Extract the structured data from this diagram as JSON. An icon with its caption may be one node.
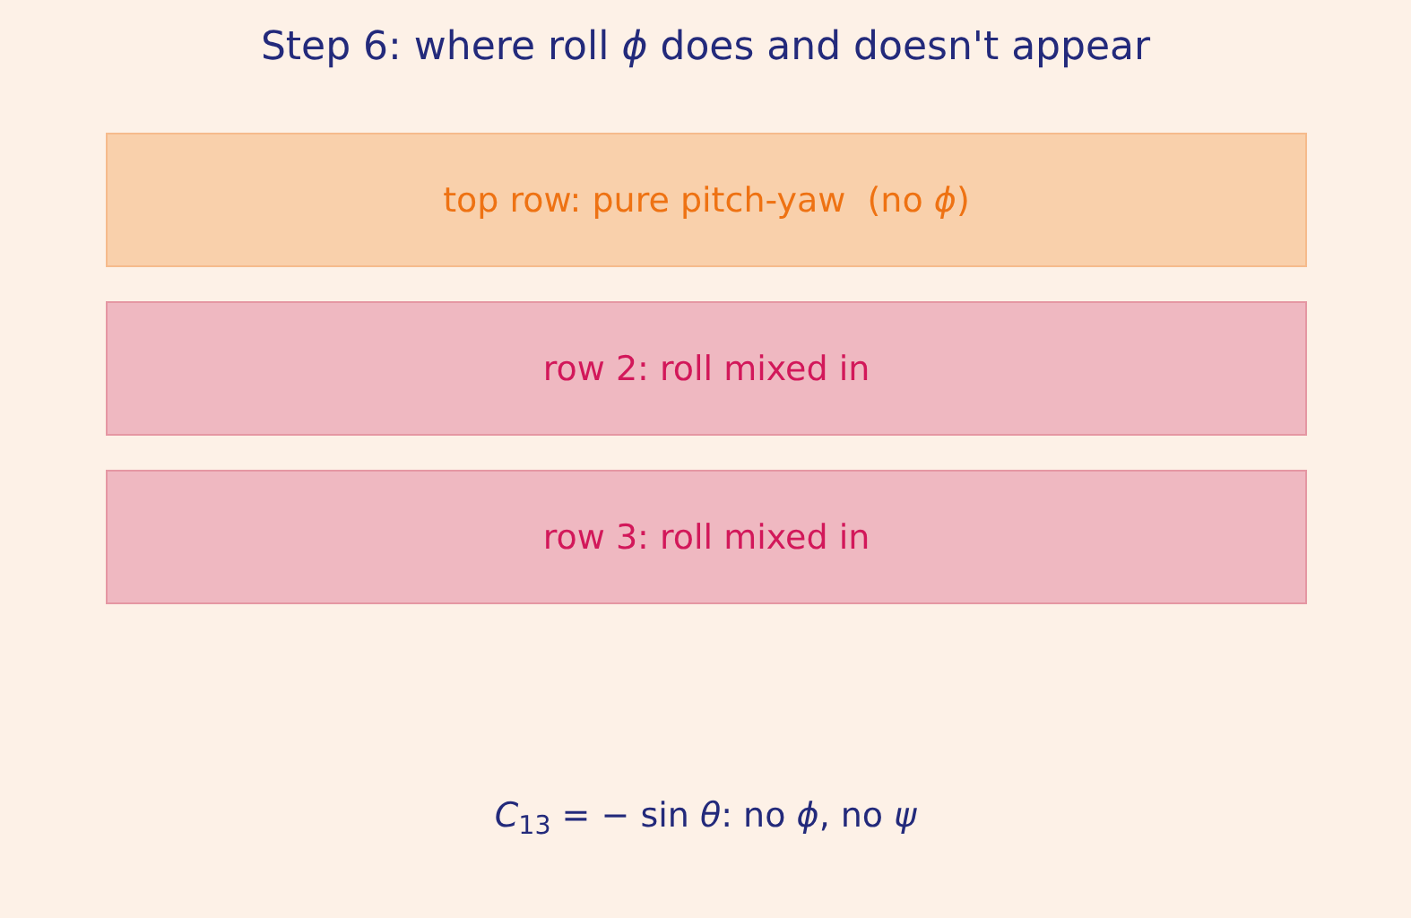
{
  "diagram": {
    "title": "Step 6: where roll *ϕ* does and doesn't appear",
    "nodes": [
      {
        "text": [
          "top row: pure pitch-yaw  (no *ϕ*)"
        ]
      },
      {
        "text": [
          "row 2: roll mixed in"
        ]
      },
      {
        "text": [
          "row 3: roll mixed in"
        ]
      }
    ],
    "labels": [
      "*C*$_{13}$ = − sin *θ*: no *ϕ*, no *ψ*"
    ]
  }
}
